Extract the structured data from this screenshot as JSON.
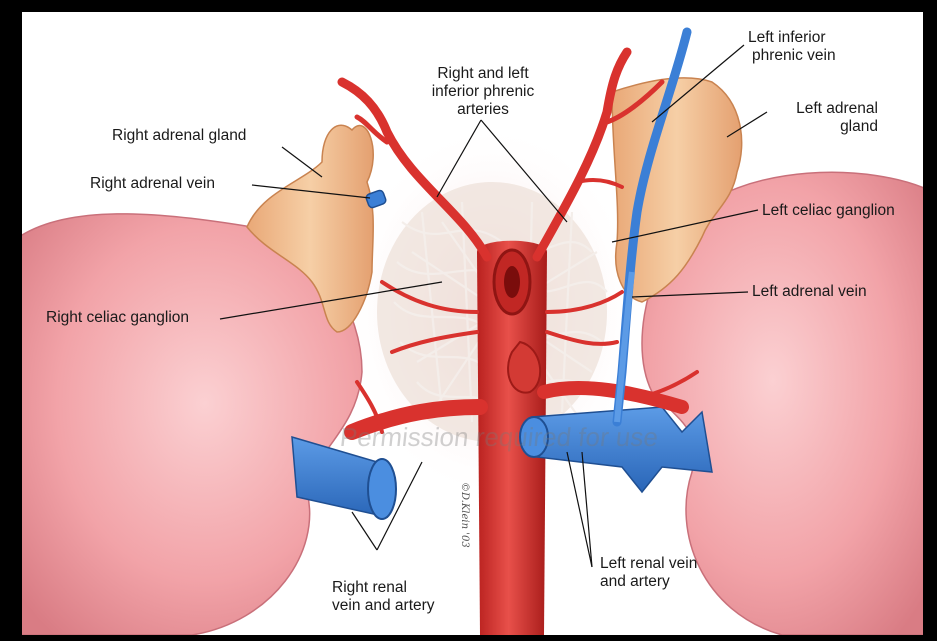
{
  "labels": {
    "right_adrenal_gland": "Right adrenal gland",
    "right_adrenal_vein": "Right adrenal vein",
    "right_celiac_ganglion": "Right celiac ganglion",
    "phrenic_arteries_line1": "Right and left",
    "phrenic_arteries_line2": "inferior phrenic",
    "phrenic_arteries_line3": "arteries",
    "left_inferior_phrenic_vein_line1": "Left inferior",
    "left_inferior_phrenic_vein_line2": "phrenic vein",
    "left_adrenal_gland_line1": "Left adrenal",
    "left_adrenal_gland_line2": "gland",
    "left_celiac_ganglion": "Left celiac ganglion",
    "left_adrenal_vein": "Left adrenal vein",
    "left_renal_line1": "Left renal vein",
    "left_renal_line2": "and artery",
    "right_renal_line1": "Right renal",
    "right_renal_line2": "vein and artery"
  },
  "watermark": "Permission required for use",
  "signature": "©D.Klein '03",
  "colors": {
    "kidney": "#f2a7ab",
    "adrenal": "#f0be8c",
    "artery": "#d9322e",
    "vein": "#3b7fd6",
    "ganglion": "#f4eeea",
    "frame": "#000000"
  }
}
